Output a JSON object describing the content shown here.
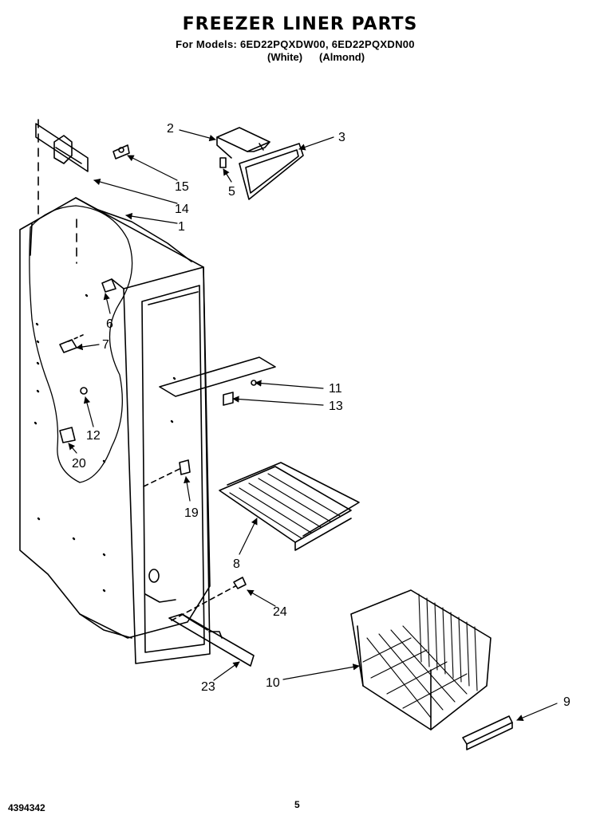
{
  "header": {
    "title": "FREEZER LINER PARTS",
    "models_line": "For Models: 6ED22PQXDW00, 6ED22PQXDN00",
    "color_white": "(White)",
    "color_almond": "(Almond)"
  },
  "callouts": [
    {
      "id": "c1",
      "label": "1"
    },
    {
      "id": "c2",
      "label": "2"
    },
    {
      "id": "c3",
      "label": "3"
    },
    {
      "id": "c5",
      "label": "5"
    },
    {
      "id": "c6",
      "label": "6"
    },
    {
      "id": "c7",
      "label": "7"
    },
    {
      "id": "c8",
      "label": "8"
    },
    {
      "id": "c9",
      "label": "9"
    },
    {
      "id": "c10",
      "label": "10"
    },
    {
      "id": "c11",
      "label": "11"
    },
    {
      "id": "c12",
      "label": "12"
    },
    {
      "id": "c13",
      "label": "13"
    },
    {
      "id": "c14",
      "label": "14"
    },
    {
      "id": "c15",
      "label": "15"
    },
    {
      "id": "c19",
      "label": "19"
    },
    {
      "id": "c20",
      "label": "20"
    },
    {
      "id": "c23",
      "label": "23"
    },
    {
      "id": "c24",
      "label": "24"
    }
  ],
  "footer": {
    "doc_number": "4394342",
    "page_number": "5"
  }
}
